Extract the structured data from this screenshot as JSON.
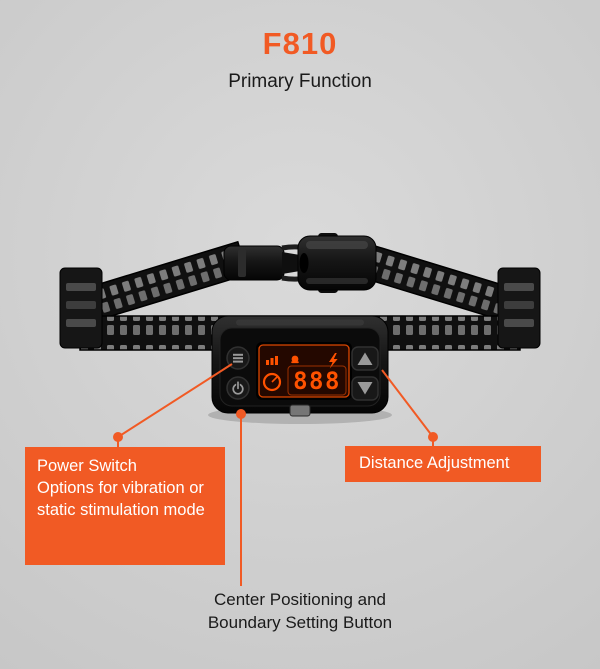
{
  "colors": {
    "accent": "#f15a24",
    "background_top": "#dadada",
    "background_bottom": "#c7c7c7",
    "text_dark": "#1a1a1a",
    "callout_text": "#ffffff",
    "lcd": "#ff5200"
  },
  "header": {
    "title": "F810",
    "subtitle": "Primary Function"
  },
  "device": {
    "display_value": "888",
    "screen_icons": [
      "signal-bars-icon",
      "bell-icon",
      "lightning-icon",
      "dial-gauge-icon"
    ],
    "buttons": [
      "mode-button",
      "power-button",
      "up-arrow-button",
      "down-arrow-button"
    ]
  },
  "callouts": {
    "power_switch": {
      "title": "Power Switch",
      "description": "Options for vibration or static stimulation mode"
    },
    "distance_adjustment": {
      "label": "Distance Adjustment"
    },
    "center_positioning": {
      "line1": "Center Positioning and",
      "line2": "Boundary Setting Button"
    }
  }
}
